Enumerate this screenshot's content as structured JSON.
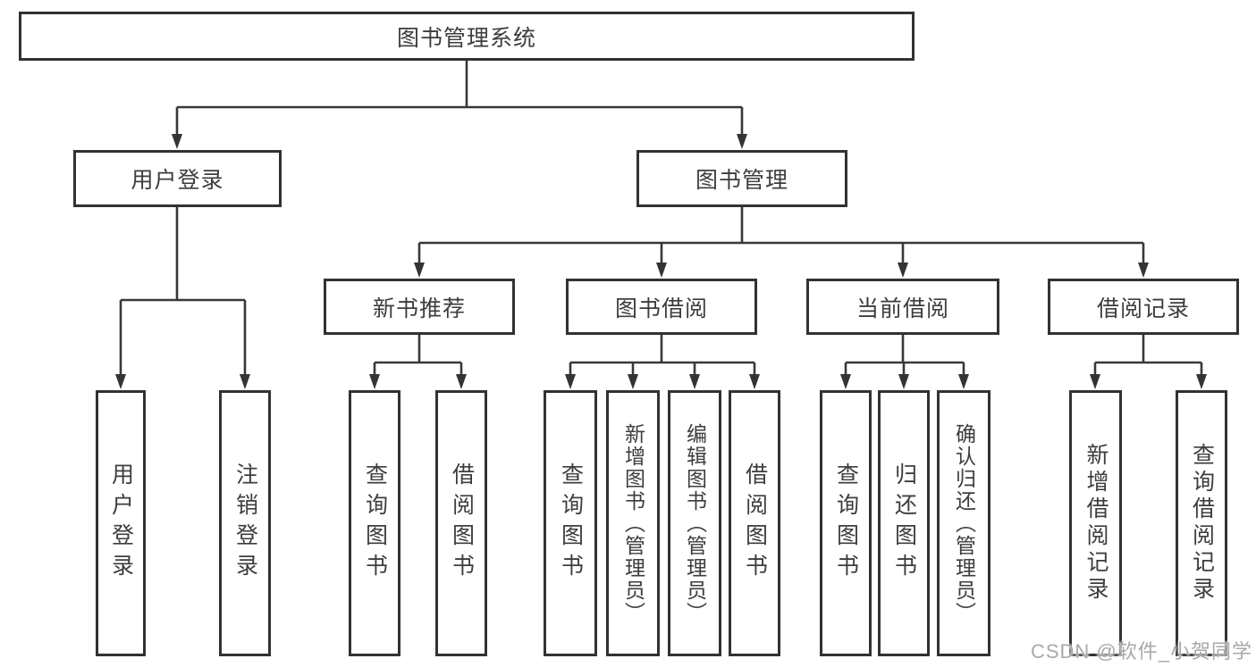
{
  "diagram": {
    "root": {
      "label": "图书管理系统"
    },
    "branches": [
      {
        "label": "用户登录",
        "children": [
          {
            "label": "用户登录"
          },
          {
            "label": "注销登录"
          }
        ]
      },
      {
        "label": "图书管理",
        "children": [
          {
            "label": "新书推荐",
            "children": [
              {
                "label": "查询图书"
              },
              {
                "label": "借阅图书"
              }
            ]
          },
          {
            "label": "图书借阅",
            "children": [
              {
                "label": "查询图书"
              },
              {
                "label": "新增图书（管理员）"
              },
              {
                "label": "编辑图书（管理员）"
              },
              {
                "label": "借阅图书"
              }
            ]
          },
          {
            "label": "当前借阅",
            "children": [
              {
                "label": "查询图书"
              },
              {
                "label": "归还图书"
              },
              {
                "label": "确认归还（管理员）"
              }
            ]
          },
          {
            "label": "借阅记录",
            "children": [
              {
                "label": "新增借阅记录"
              },
              {
                "label": "查询借阅记录"
              }
            ]
          }
        ]
      }
    ]
  },
  "watermark": {
    "text": "CSDN @软件_小贺同学"
  },
  "colors": {
    "line": "#383838",
    "box_border": "#323232",
    "box_fill": "#ffffff",
    "text": "#3d3d3d",
    "watermark": "#a8a8ad"
  }
}
